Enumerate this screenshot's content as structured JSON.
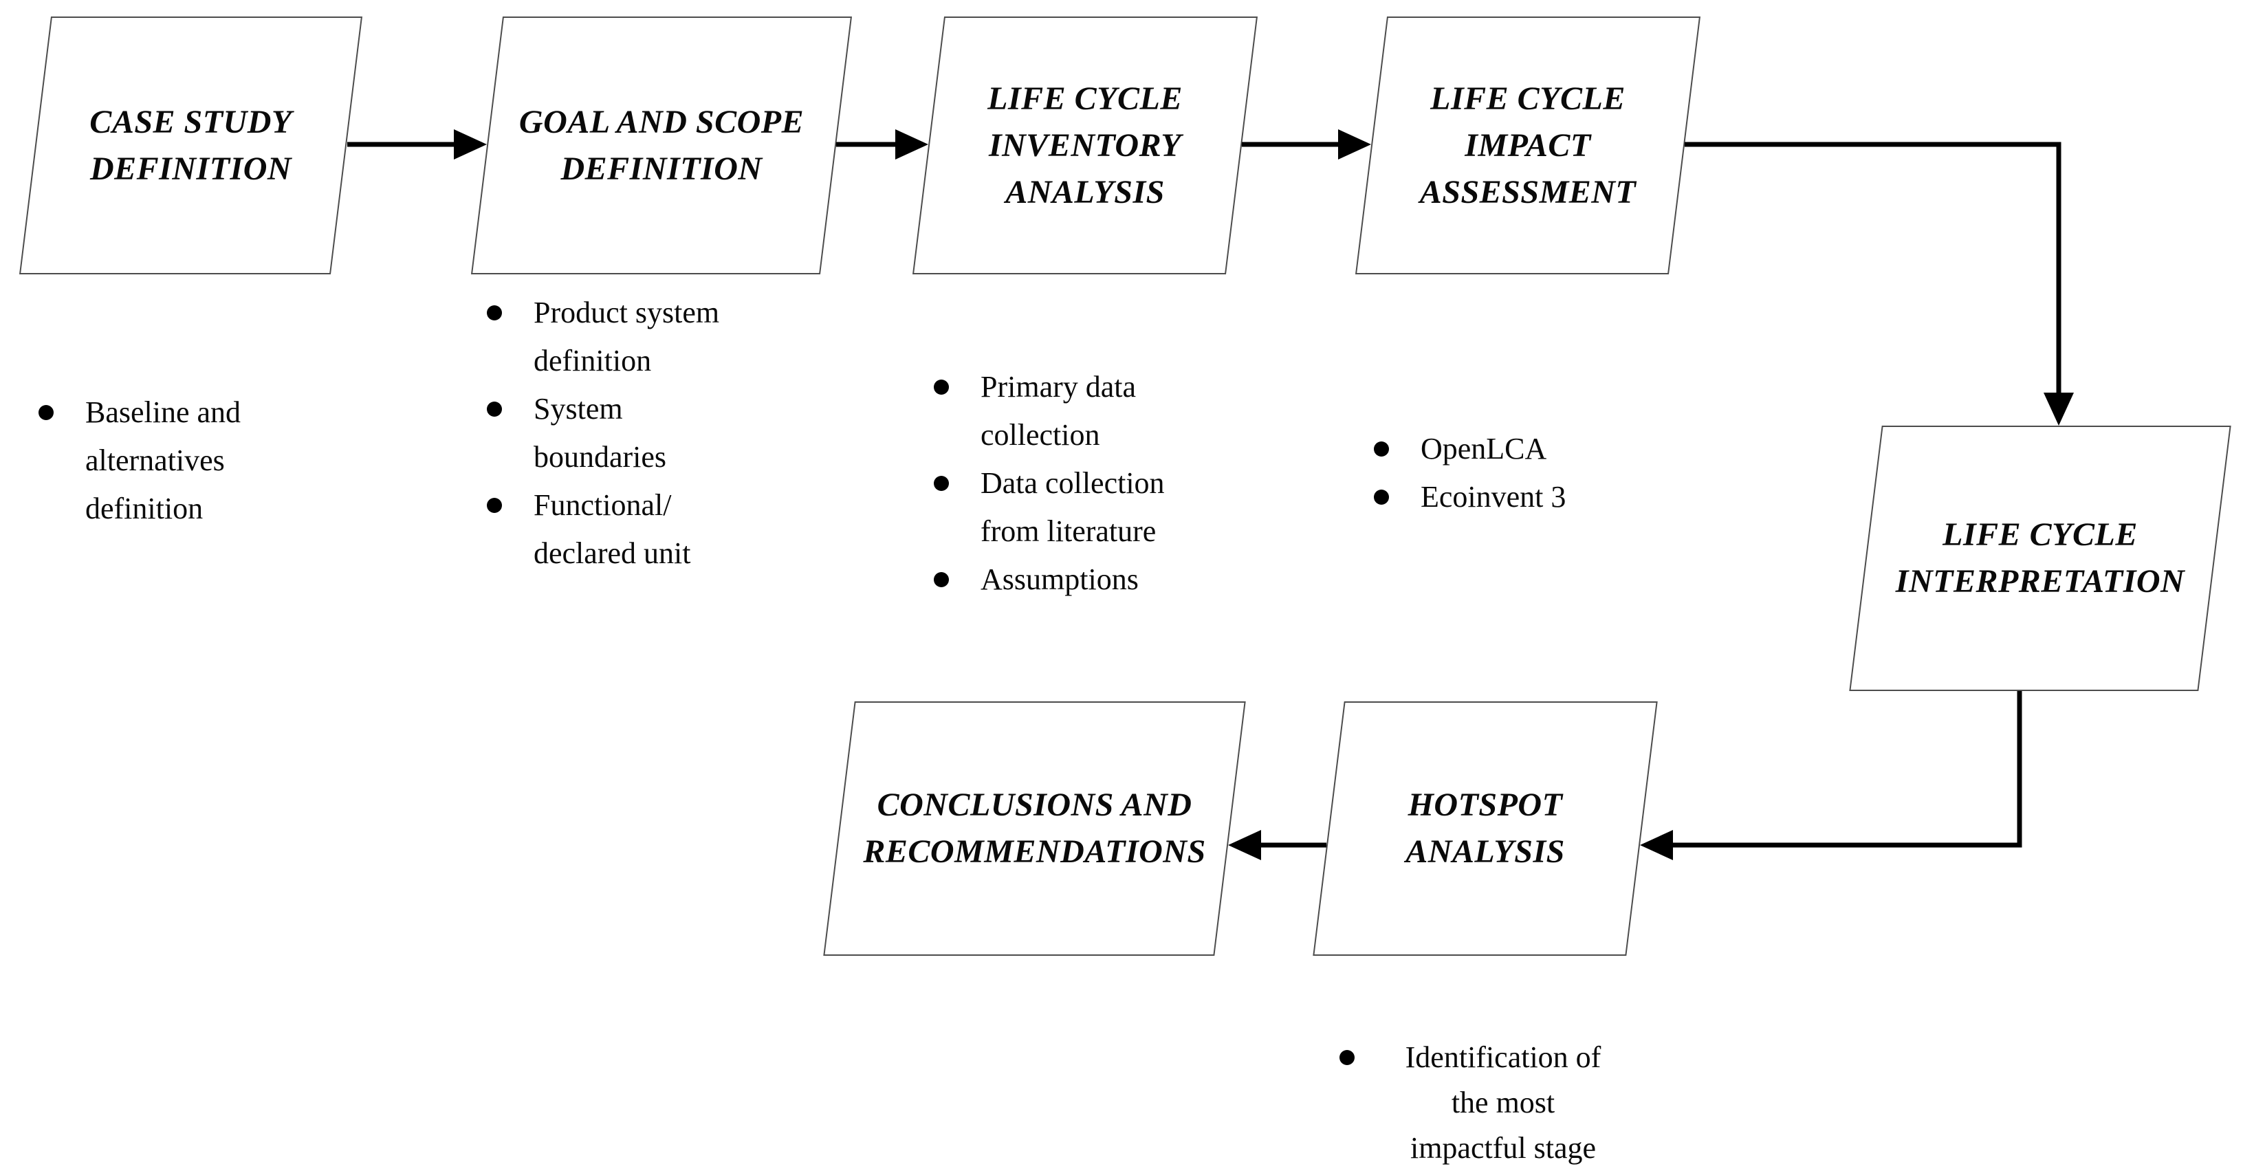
{
  "diagram": {
    "title_implied": "LCA methodology flowchart",
    "colors": {
      "box_border": "#4c4c4c",
      "text": "#0a0a0a",
      "arrow": "#000000",
      "background": "#ffffff"
    },
    "boxes": [
      {
        "id": "case-study-definition",
        "title": "CASE STUDY\nDEFINITION"
      },
      {
        "id": "goal-and-scope-definition",
        "title": "GOAL AND SCOPE\nDEFINITION"
      },
      {
        "id": "life-cycle-inventory",
        "title": "LIFE CYCLE\nINVENTORY\nANALYSIS"
      },
      {
        "id": "life-cycle-impact",
        "title": "LIFE CYCLE\nIMPACT\nASSESSMENT"
      },
      {
        "id": "life-cycle-interpretation",
        "title": "LIFE CYCLE\nINTERPRETATION"
      },
      {
        "id": "conclusions",
        "title": "CONCLUSIONS AND\nRECOMMENDATIONS"
      },
      {
        "id": "hotspot-analysis",
        "title": "HOTSPOT\nANALYSIS"
      }
    ],
    "bullet_lists": [
      {
        "id": "case-study-bullets",
        "items": [
          {
            "text": "Baseline and\nalternatives\ndefinition"
          }
        ]
      },
      {
        "id": "goal-scope-bullets",
        "items": [
          {
            "text": "Product system\ndefinition"
          },
          {
            "text": "System\nboundaries"
          },
          {
            "text": "Functional/\ndeclared unit"
          }
        ]
      },
      {
        "id": "inventory-bullets",
        "items": [
          {
            "text": "Primary data\ncollection"
          },
          {
            "text": "Data collection\nfrom literature"
          },
          {
            "text": "Assumptions"
          }
        ]
      },
      {
        "id": "impact-bullets",
        "items": [
          {
            "text": "OpenLCA"
          },
          {
            "text": "Ecoinvent 3"
          }
        ]
      },
      {
        "id": "hotspot-bullets",
        "items": [
          {
            "text": "Identification of\nthe most\nimpactful stage"
          }
        ]
      }
    ],
    "arrows": [
      {
        "id": "arrow-case-to-goal",
        "direction": "right"
      },
      {
        "id": "arrow-goal-to-inventory",
        "direction": "right"
      },
      {
        "id": "arrow-inventory-to-impact",
        "direction": "right"
      },
      {
        "id": "arrow-impact-to-interpretation",
        "direction": "right-then-down"
      },
      {
        "id": "arrow-interpretation-to-hotspot",
        "direction": "down-then-left"
      },
      {
        "id": "arrow-hotspot-to-conclusions",
        "direction": "left"
      }
    ]
  }
}
